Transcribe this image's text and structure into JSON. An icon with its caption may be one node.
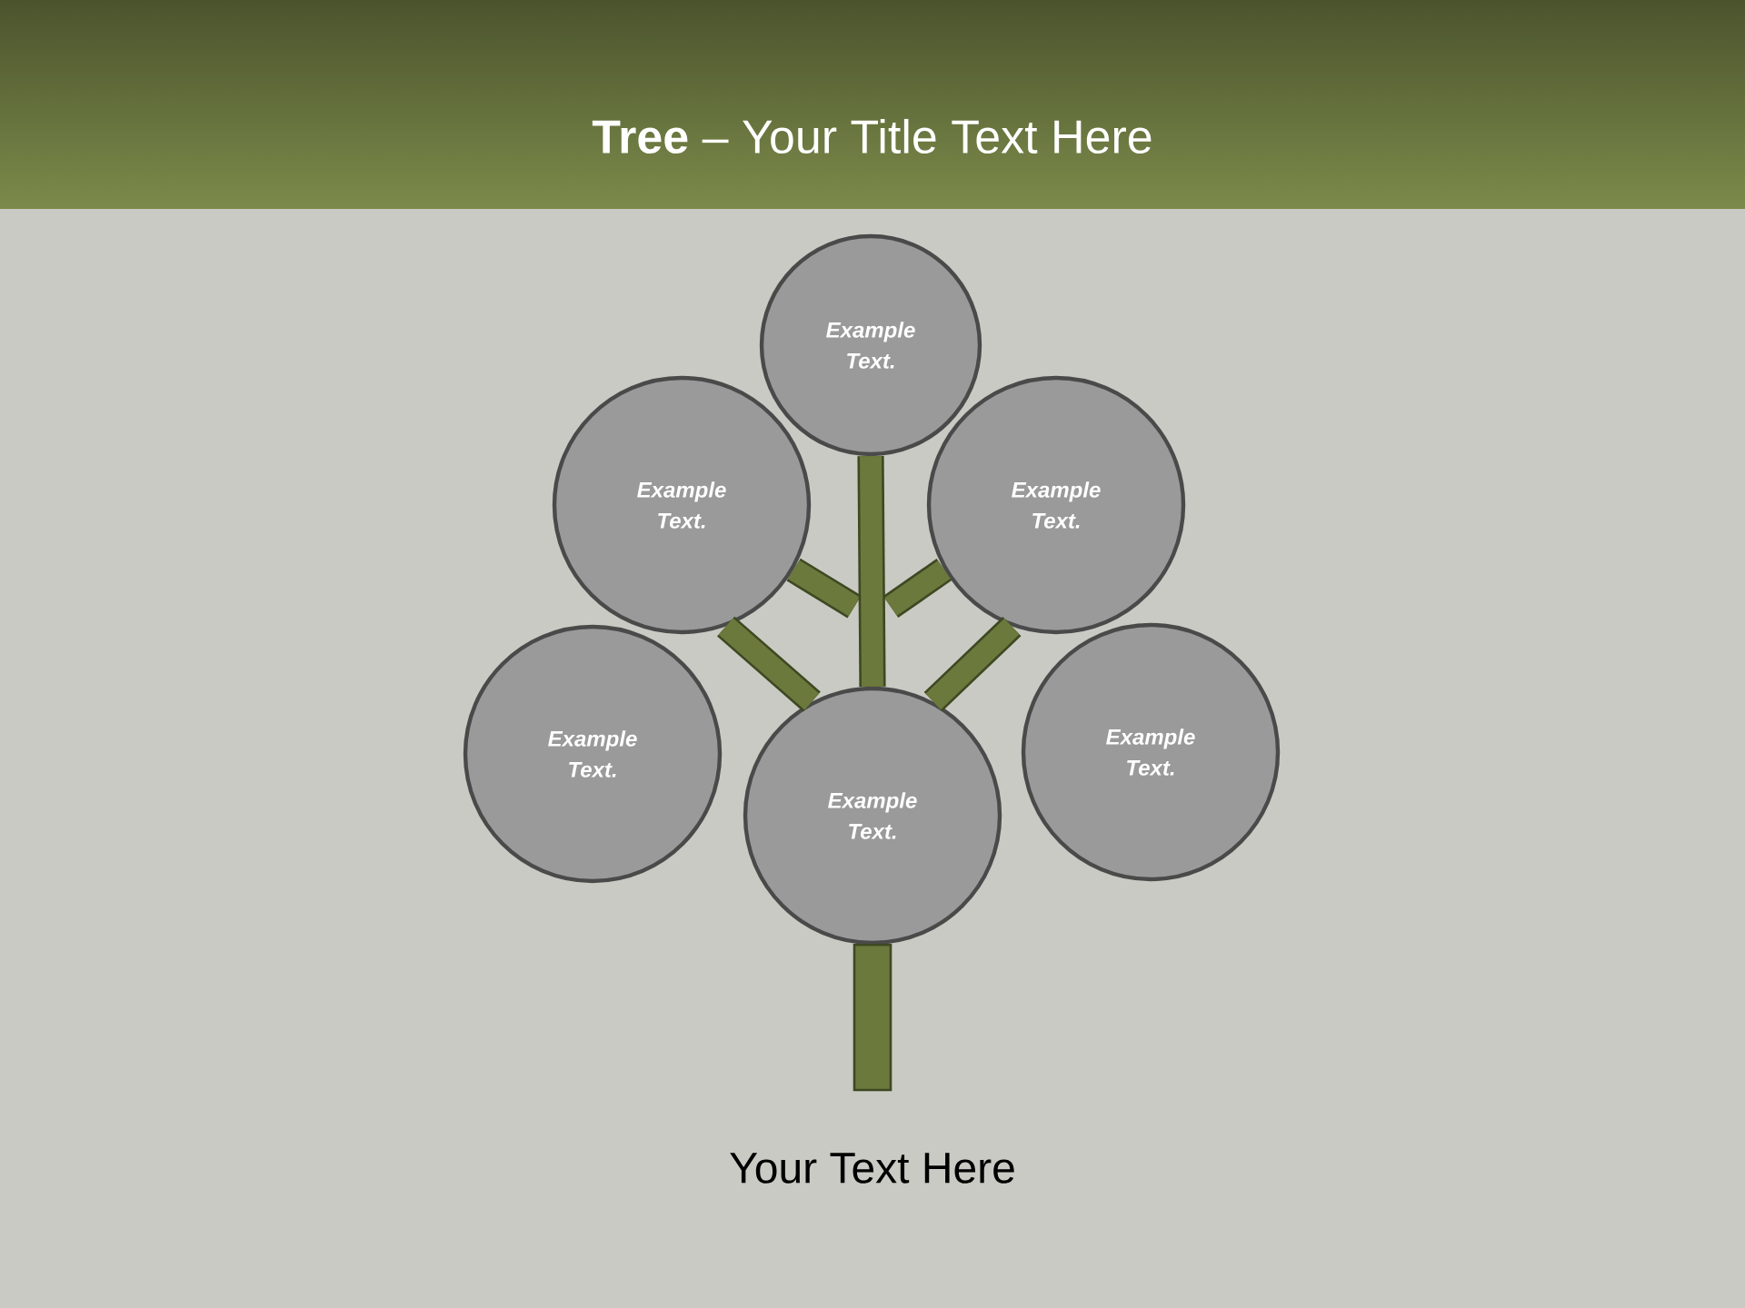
{
  "diagram": {
    "title": "**Tree** – Your Title Text Here",
    "nodes": [
      {
        "text": [
          "Example Text."
        ]
      },
      {
        "text": [
          "Example Text."
        ]
      },
      {
        "text": [
          "Example Text."
        ]
      },
      {
        "text": [
          "Example Text."
        ]
      },
      {
        "text": [
          "Example Text."
        ]
      },
      {
        "text": [
          "Example Text."
        ]
      }
    ],
    "edges": [
      {
        "from": 4,
        "to": 0,
        "arrow": "none"
      },
      {
        "from": 4,
        "to": 1,
        "arrow": "none"
      },
      {
        "from": 4,
        "to": 2,
        "arrow": "none"
      }
    ],
    "labels": [
      "Your Text Here"
    ]
  }
}
